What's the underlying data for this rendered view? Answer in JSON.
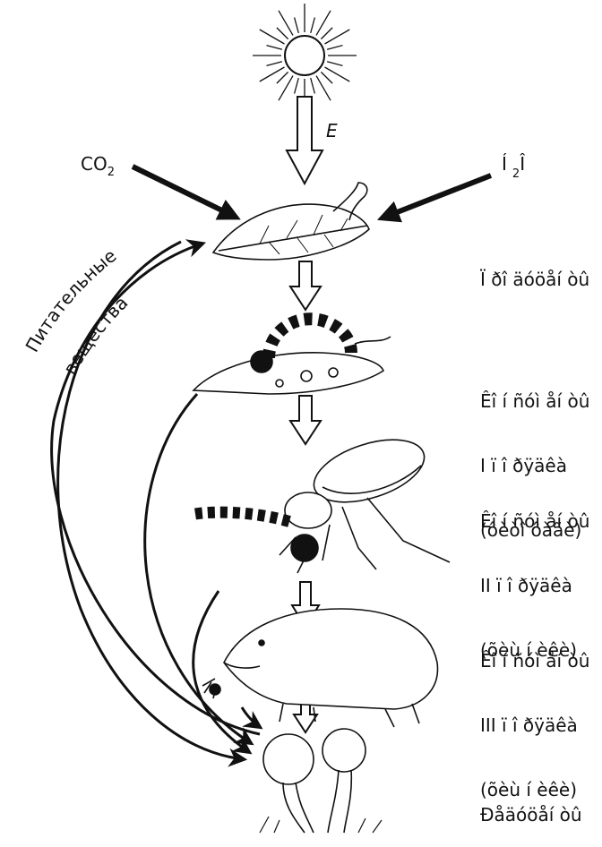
{
  "energy_label": "E",
  "co2": {
    "base": "CO",
    "sub": "2"
  },
  "water": {
    "base": "Í",
    "sub": "2",
    "tail": "Î"
  },
  "nutrients_label": {
    "line1": "Питательные",
    "line2": "вещества"
  },
  "levels": [
    {
      "lines": [
        "Ï ðî äóöåí òû"
      ]
    },
    {
      "lines": [
        "Êî í ñóì åí òû",
        "I ï î ðÿäêà",
        "(ôèòî ôàãè)"
      ]
    },
    {
      "lines": [
        "Êî í ñóì åí òû",
        "II ï î ðÿäêà",
        "(õèù í èêè)"
      ]
    },
    {
      "lines": [
        "Êî í ñóì åí òû",
        "III ï î ðÿäêà",
        "(õèù í èêè)"
      ]
    },
    {
      "lines": [
        "Ðåäóöåí òû"
      ]
    }
  ],
  "colors": {
    "ink": "#111111",
    "paper": "#ffffff"
  }
}
